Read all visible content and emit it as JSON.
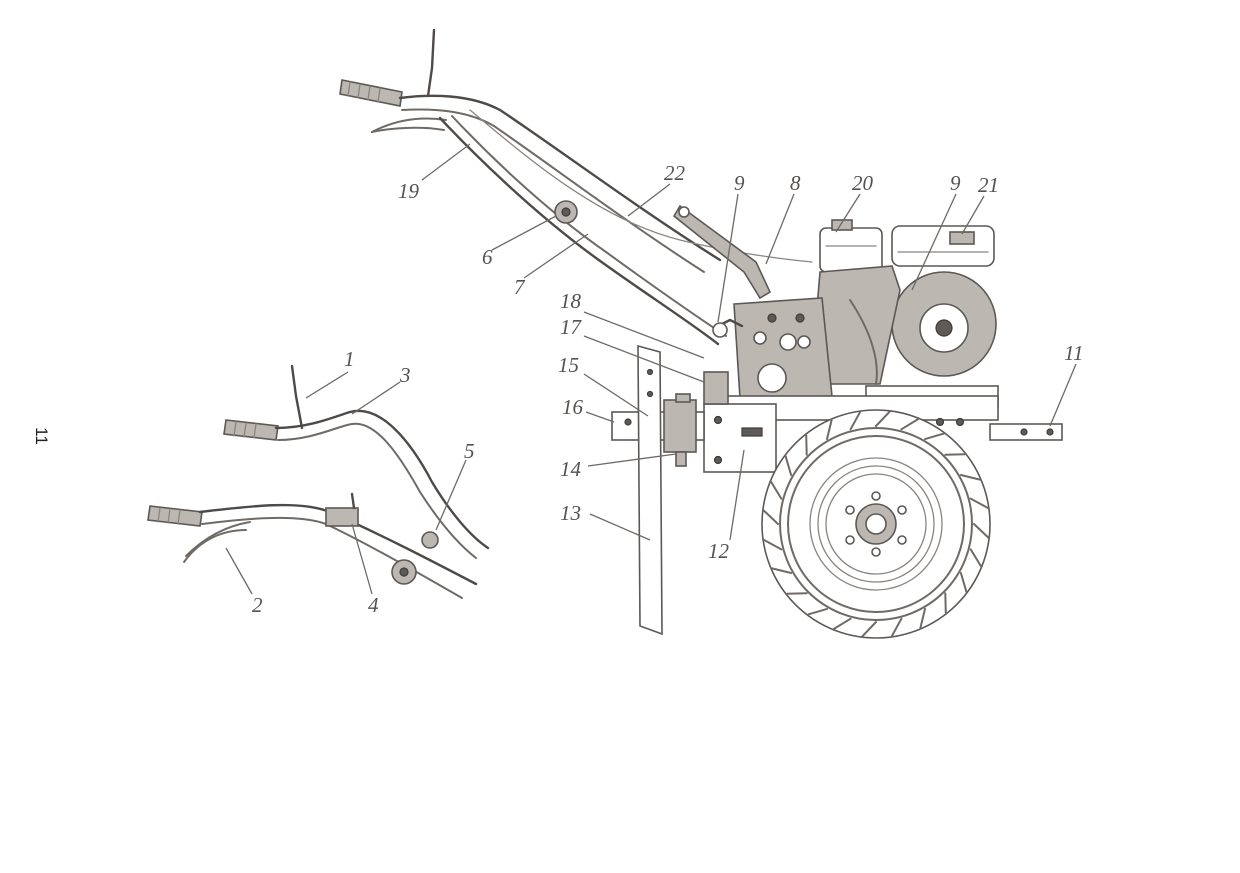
{
  "page_number": "11",
  "callouts": {
    "c1": "1",
    "c2": "2",
    "c3": "3",
    "c4": "4",
    "c5": "5",
    "c6": "6",
    "c7": "7",
    "c8": "8",
    "c9a": "9",
    "c9b": "9",
    "c11": "11",
    "c12": "12",
    "c13": "13",
    "c14": "14",
    "c15": "15",
    "c16": "16",
    "c17": "17",
    "c18": "18",
    "c19": "19",
    "c20": "20",
    "c21": "21",
    "c22": "22"
  },
  "colors": {
    "line": "#6f6a66",
    "dark": "#4e4a47",
    "fill": "#bdb7b2"
  }
}
